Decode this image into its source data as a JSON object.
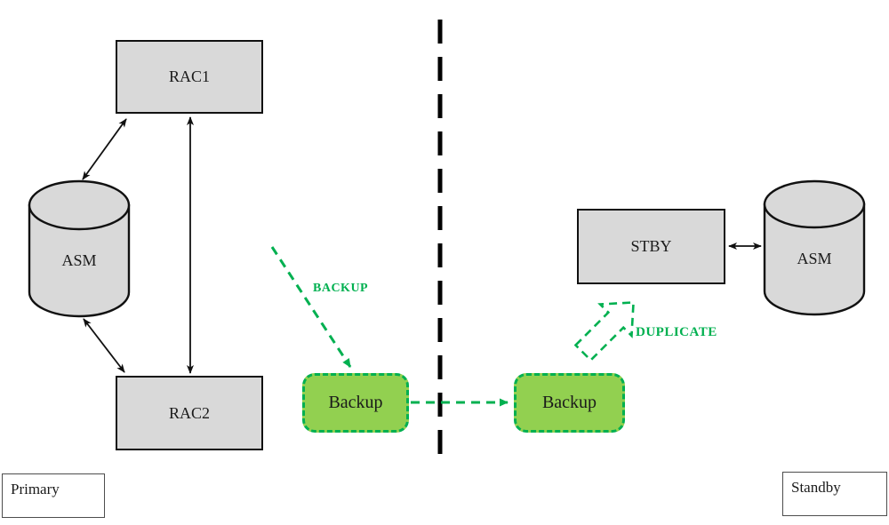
{
  "diagram": {
    "primary_site": {
      "rac1_label": "RAC1",
      "rac2_label": "RAC2",
      "asm_label": "ASM",
      "zone_label": "Primary"
    },
    "standby_site": {
      "stby_label": "STBY",
      "asm_label": "ASM",
      "zone_label": "Standby"
    },
    "backup_flow": {
      "backup_arrow_label": "BACKUP",
      "backup_left_label": "Backup",
      "backup_right_label": "Backup",
      "duplicate_arrow_label": "DUPLICATE"
    }
  },
  "colors": {
    "node_fill": "#d9d9d9",
    "node_border": "#111111",
    "backup_fill": "#92d050",
    "backup_border": "#00b050",
    "flow_green": "#00b050",
    "divider": "#000000"
  }
}
